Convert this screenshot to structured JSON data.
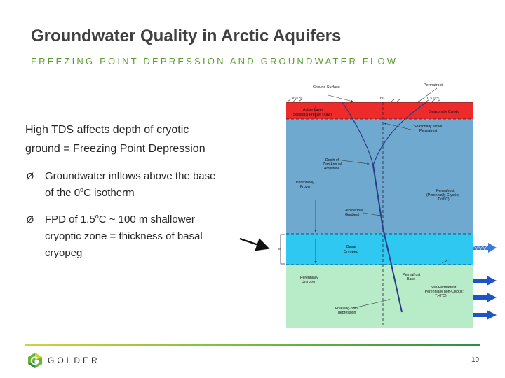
{
  "slide": {
    "title": "Groundwater Quality in Arctic Aquifers",
    "subtitle": "FREEZING POINT DEPRESSION AND GROUNDWATER FLOW",
    "lead_line1": "High TDS affects depth of cryotic",
    "lead_line2": "ground = Freezing Point Depression",
    "bullet_marker": "Ø",
    "bullet1_a": "Groundwater inflows above the base",
    "bullet1_b": "of the 0",
    "bullet1_sup": "o",
    "bullet1_c": "C isotherm",
    "bullet2_a": "FPD of 1.5",
    "bullet2_sup": "o",
    "bullet2_b": "C ~ 100 m shallower",
    "bullet2_line2": "cryoptic zone = thickness of basal",
    "bullet2_line3": "cryopeg",
    "page_number": "10"
  },
  "brand": {
    "name": "GOLDER"
  },
  "colors": {
    "active_layer": "#ee2b2b",
    "permafrost": "#6fa9cf",
    "cryopeg": "#2ec8f1",
    "unfrozen": "#b8ecc8",
    "temperature_curve": "#2a3d88",
    "arrow": "#1d55c8",
    "title": "#404040",
    "subtitle": "#5a9e2f"
  },
  "diagram": {
    "ground_surface": "Ground Surface",
    "permafrost_top": "Permafrost",
    "t_below_zero": "T < 0 °C",
    "zero_c": "0°C",
    "t_above_zero": "T > 0 °C",
    "active_layer_1": "Active Layer",
    "active_layer_2": "(Seasonal Freeze/Thaw)",
    "seasonally_cryotic": "Seasonally Cryotic",
    "seasonally_active_1": "Seasonally active",
    "seasonally_active_2": "Permafrost",
    "depth_zero_1": "Depth of",
    "depth_zero_2": "Zero Annual",
    "depth_zero_3": "Amplitude",
    "perennially_frozen_1": "Perennially",
    "perennially_frozen_2": "Frozen",
    "permafrost_cryotic_1": "Permafrost",
    "permafrost_cryotic_2": "(Perennially Cryotic;",
    "permafrost_cryotic_3": "T<0°C)",
    "geothermal_1": "Geothermal",
    "geothermal_2": "Gradient",
    "basal_1": "Basal",
    "basal_2": "Cryopeg",
    "unfrozen_1": "Perennially",
    "unfrozen_2": "Unfrozen",
    "permafrost_base_1": "Permafrost",
    "permafrost_base_2": "Base",
    "sub_permafrost_1": "Sub-Permafrost",
    "sub_permafrost_2": "(Perennially non-Cryotic;",
    "sub_permafrost_3": "T>0°C)",
    "fpd_1": "Freezing-point",
    "fpd_2": "depression"
  }
}
